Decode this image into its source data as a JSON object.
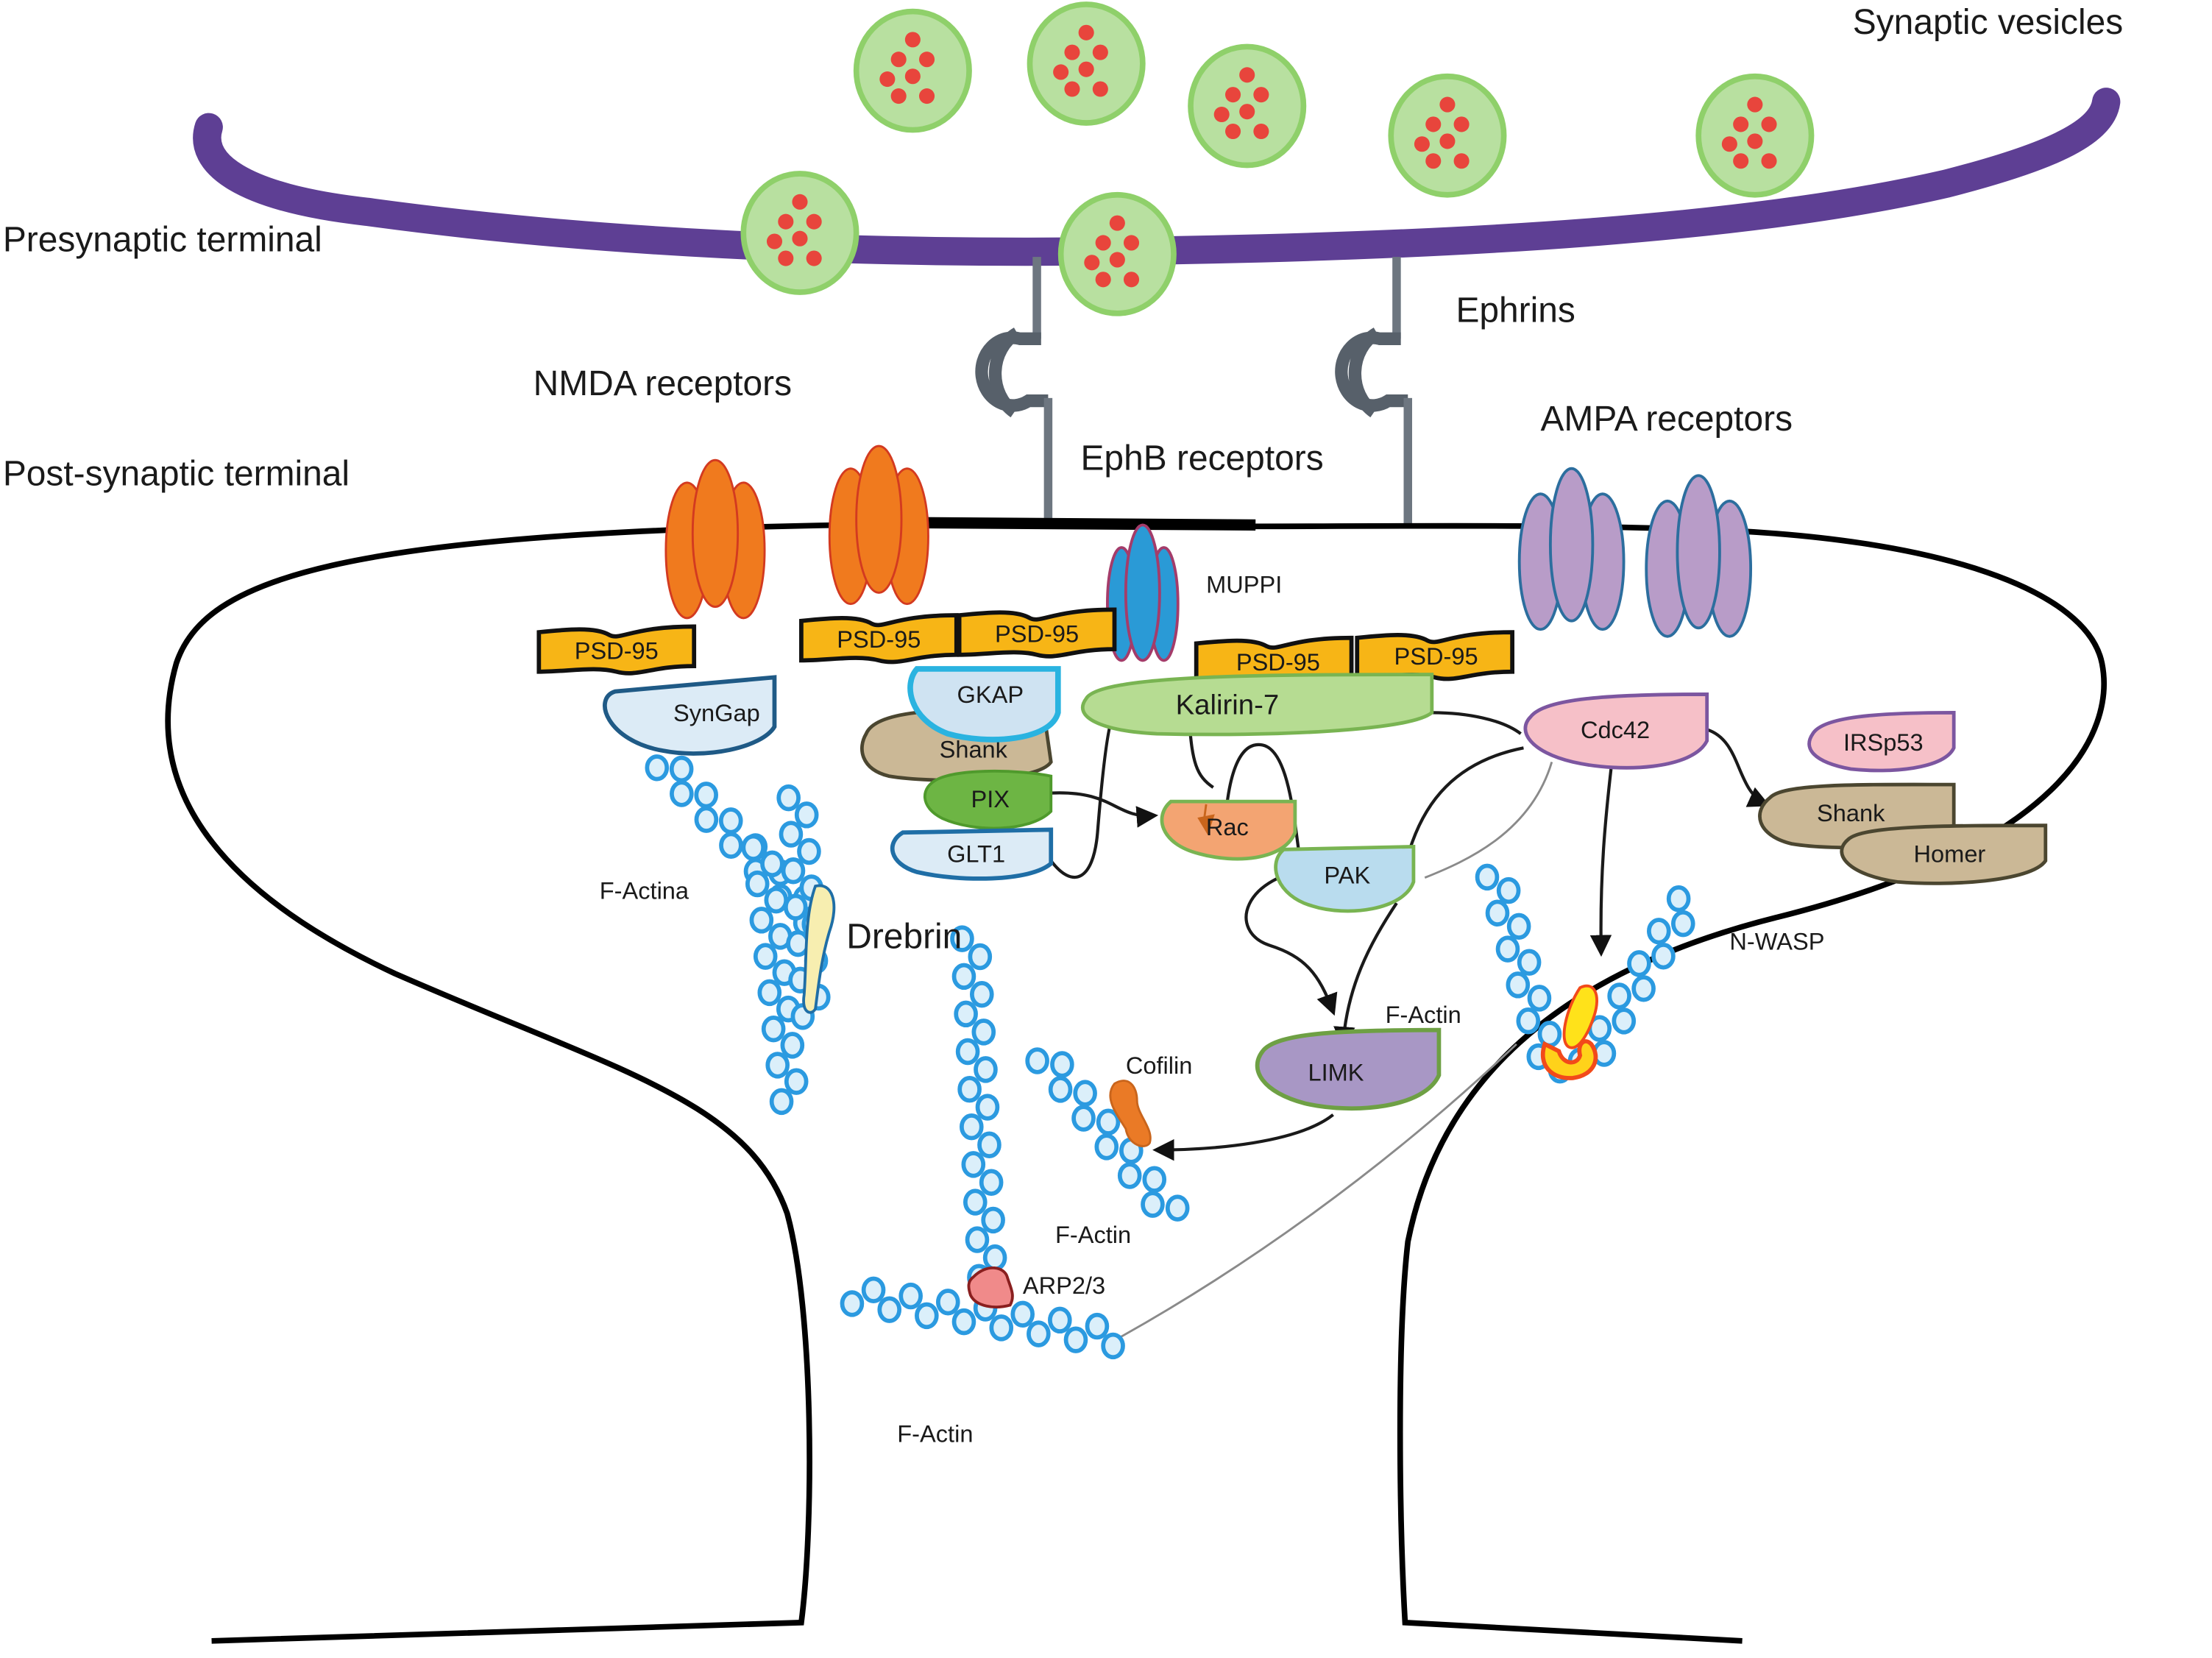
{
  "figure": {
    "title": "Synaptic spine signaling and actin cytoskeleton regulation",
    "region_labels": {
      "synaptic_vesicles": "Synaptic vesicles",
      "presynaptic_terminal": "Presynaptic terminal",
      "postsynaptic_terminal": "Post-synaptic terminal",
      "ephrins": "Ephrins",
      "nmda_receptors": "NMDA receptors",
      "ephb_receptors": "EphB receptors",
      "ampa_receptors": "AMPA receptors"
    },
    "proteins": {
      "psd95_1": "PSD-95",
      "psd95_2": "PSD-95",
      "psd95_3": "PSD-95",
      "psd95_4": "PSD-95",
      "psd95_5": "PSD-95",
      "muppi": "MUPPI",
      "syngap": "SynGap",
      "gkap": "GKAP",
      "shank_left": "Shank",
      "pix": "PIX",
      "glt1": "GLT1",
      "kalirin7": "Kalirin-7",
      "rac": "Rac",
      "pak": "PAK",
      "cdc42": "Cdc42",
      "irsp53": "IRSp53",
      "shank_right": "Shank",
      "homer": "Homer",
      "limk": "LIMK",
      "cofilin": "Cofilin",
      "drebrin": "Drebrin",
      "nwasp": "N-WASP",
      "arp23": "ARP2/3"
    },
    "actin_labels": {
      "f_actina": "F-Actina",
      "f_actin_limk": "F-Actin",
      "f_actin_cofilin": "F-Actin",
      "f_actin_neck": "F-Actin"
    },
    "colors": {
      "presynaptic_membrane": "#5e3f94",
      "vesicle_fill": "#b8e0a0",
      "vesicle_edge": "#8fd06a",
      "vesicle_dot": "#e8453c",
      "nmda": "#f07a1e",
      "ampa": "#b89cc8",
      "ampa_edge": "#2c6e9e",
      "psd95": "#f7b516",
      "muppi": "#2a9ad6",
      "syngap": "#dcebf6",
      "gkap": "#cfe3f2",
      "shank": "#cbb896",
      "pix": "#6db544",
      "kalirin": "#b6dc92",
      "rac": "#f3a472",
      "pak": "#b9dcee",
      "cdc42": "#f6c0c8",
      "limk": "#a897c5",
      "actin": "#2b9ae0",
      "cofilin": "#ea7a26",
      "drebrin": "#f7eeb0",
      "ephrin": "#6d7680"
    }
  }
}
